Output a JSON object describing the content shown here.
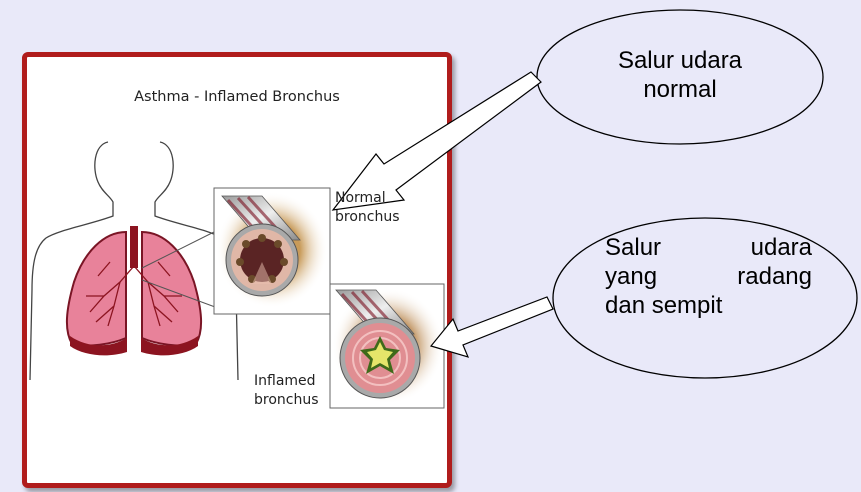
{
  "diagram": {
    "title": "Asthma - Inflamed Bronchus",
    "normal_label": [
      "Normal",
      "bronchus"
    ],
    "inflamed_label": [
      "Inflamed",
      "bronchus"
    ]
  },
  "callouts": {
    "normal": [
      "Salur udara",
      "normal"
    ],
    "inflamed": [
      "Salur udara",
      "yang radang",
      "dan sempit"
    ]
  },
  "colors": {
    "frame": "#b01c1c",
    "background": "#e9e9f9",
    "lung": "#e8829a",
    "airway": "#8c1420"
  }
}
